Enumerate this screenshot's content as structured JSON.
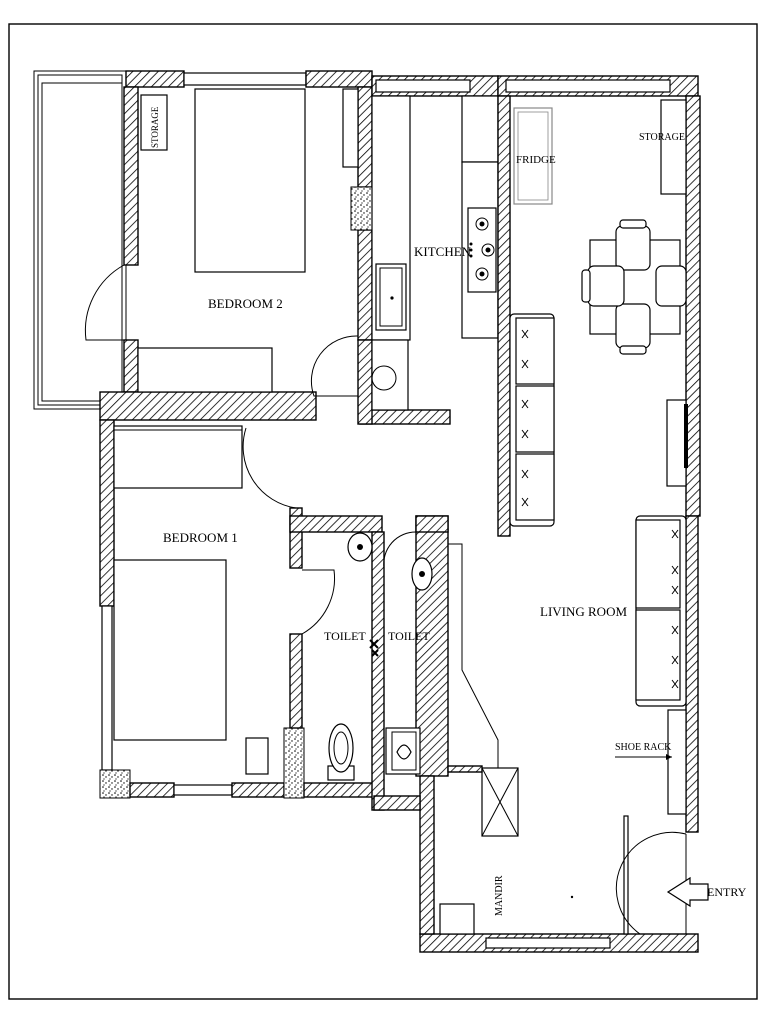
{
  "rooms": {
    "bedroom2": "BEDROOM 2",
    "bedroom1": "BEDROOM 1",
    "kitchen": "KITCHEN",
    "living_room": "LIVING ROOM",
    "toilet_left": "TOILET",
    "toilet_right": "TOILET"
  },
  "fixtures": {
    "storage_bedroom": "STORAGE",
    "storage_living": "STORAGE",
    "fridge": "FRIDGE",
    "shoe_rack": "SHOE RACK",
    "mandir": "MANDIR",
    "entry": "ENTRY"
  }
}
